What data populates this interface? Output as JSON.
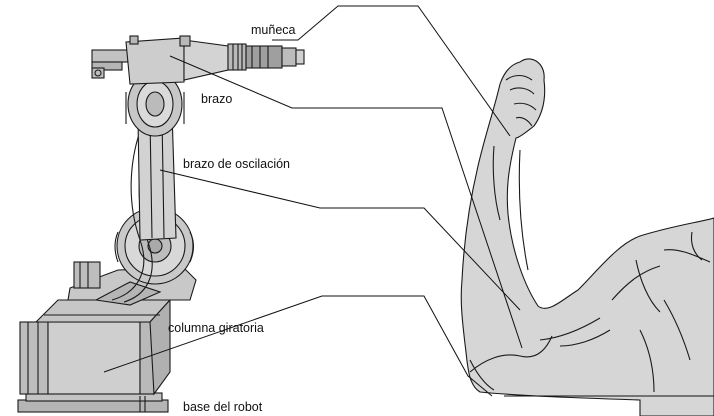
{
  "labels": {
    "wrist": "muñeca",
    "arm": "brazo",
    "swing_arm": "brazo de oscilación",
    "rotating_column": "columna giratoria",
    "robot_base": "base del robot"
  },
  "colors": {
    "robot_fill": "#cfcfcf",
    "robot_dark": "#a9a9a9",
    "arm_fill": "#d6d6d6",
    "line": "#1a1a1a",
    "background": "#ffffff"
  }
}
